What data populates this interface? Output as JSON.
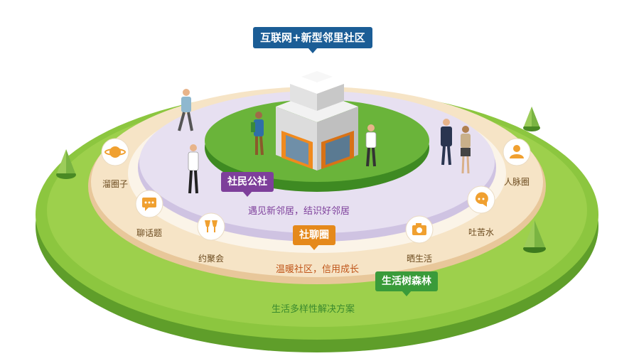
{
  "title_tag": "互联网+新型邻里社区",
  "rings": {
    "inner": {
      "tag": "社民公社",
      "caption": "遇见新邻居，结识好邻居",
      "color": "#7e3f9b"
    },
    "middle": {
      "tag": "社聊圈",
      "caption": "温暖社区，信用成长",
      "color": "#e5891b"
    },
    "outer": {
      "tag": "生活树森林",
      "caption": "生活多样性解决方案",
      "color": "#3a9b3a"
    }
  },
  "pins": [
    {
      "id": "liuquanzi",
      "label": "溜圈子",
      "icon": "planet-icon"
    },
    {
      "id": "liaohuati",
      "label": "聊话题",
      "icon": "chat-bubble-icon"
    },
    {
      "id": "yuejuhui",
      "label": "约聚会",
      "icon": "wine-glasses-icon"
    },
    {
      "id": "shaishenghuo",
      "label": "晒生活",
      "icon": "camera-icon"
    },
    {
      "id": "tukushui",
      "label": "吐苦水",
      "icon": "speech-face-icon"
    },
    {
      "id": "renmaiquan",
      "label": "人脉圈",
      "icon": "people-icon"
    }
  ],
  "colors": {
    "outer_ring": "#8cc63f",
    "middle_ring": "#f2dcb8",
    "inner_ring": "#e4dcee",
    "center_grass": "#6ab43a",
    "pin_accent": "#f0a030"
  }
}
